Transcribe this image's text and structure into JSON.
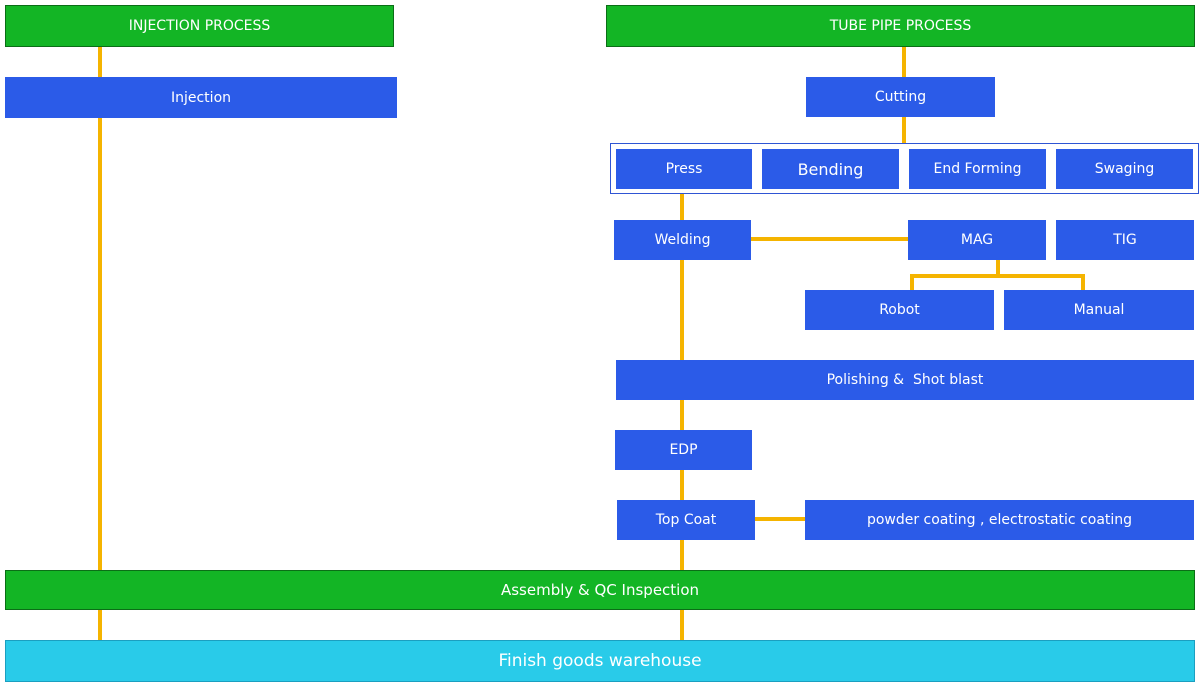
{
  "headers": {
    "injection": "INJECTION PROCESS",
    "tube": "TUBE PIPE PROCESS"
  },
  "steps": {
    "injection": "Injection",
    "cutting": "Cutting",
    "press": "Press",
    "bending": "Bending",
    "end_forming": "End Forming",
    "swaging": "Swaging",
    "welding": "Welding",
    "mag": "MAG",
    "tig": "TIG",
    "robot": "Robot",
    "manual": "Manual",
    "polishing": "Polishing &  Shot blast",
    "edp": "EDP",
    "top_coat": "Top Coat",
    "coating": "powder coating , electrostatic coating",
    "assembly": "Assembly & QC Inspection",
    "warehouse": "Finish goods warehouse"
  },
  "colors": {
    "header_green": "#13b525",
    "step_blue": "#2b5be8",
    "warehouse_cyan": "#29cbe9",
    "connector_yellow": "#f5b400"
  }
}
